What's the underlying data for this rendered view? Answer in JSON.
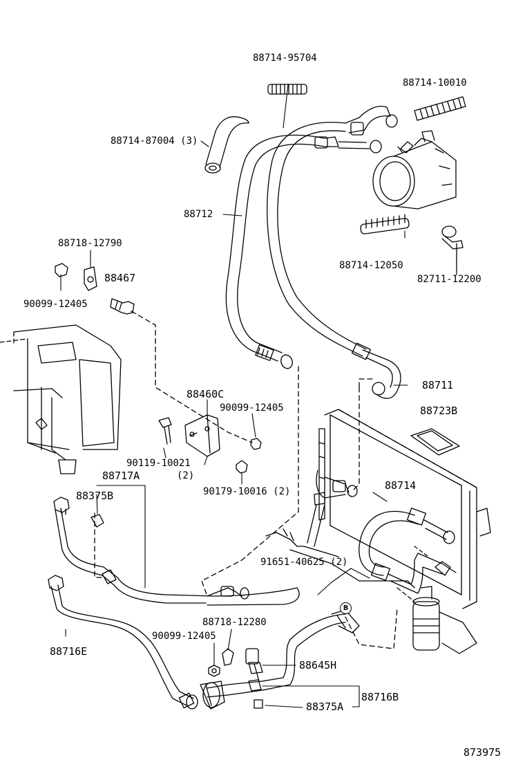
{
  "colors": {
    "line": "#000000",
    "background": "#ffffff"
  },
  "labels": {
    "p88714_95704": "88714-95704",
    "p88714_10010": "88714-10010",
    "p88714_87004": "88714-87004 (3)",
    "p88712": "88712",
    "p88718_12790": "88718-12790",
    "p88467": "88467",
    "p90099_12405_a": "90099-12405",
    "p88714_12050": "88714-12050",
    "p82711_12200": "82711-12200",
    "p88711": "88711",
    "p88460c": "88460C",
    "p90099_12405_b": "90099-12405",
    "p88723b": "88723B",
    "p90119_10021": "90119-10021",
    "p90119_qty": "(2)",
    "p88717a": "88717A",
    "p90179_10016": "90179-10016 (2)",
    "p88375b": "88375B",
    "p88714": "88714",
    "p91651_40625": "91651-40625 (2)",
    "p88718_12280": "88718-12280",
    "p90099_12405_c": "90099-12405",
    "p88716e": "88716E",
    "p88645h": "88645H",
    "p88716b": "88716B",
    "p88375a": "88375A"
  },
  "marker": "B",
  "reference": "873975"
}
